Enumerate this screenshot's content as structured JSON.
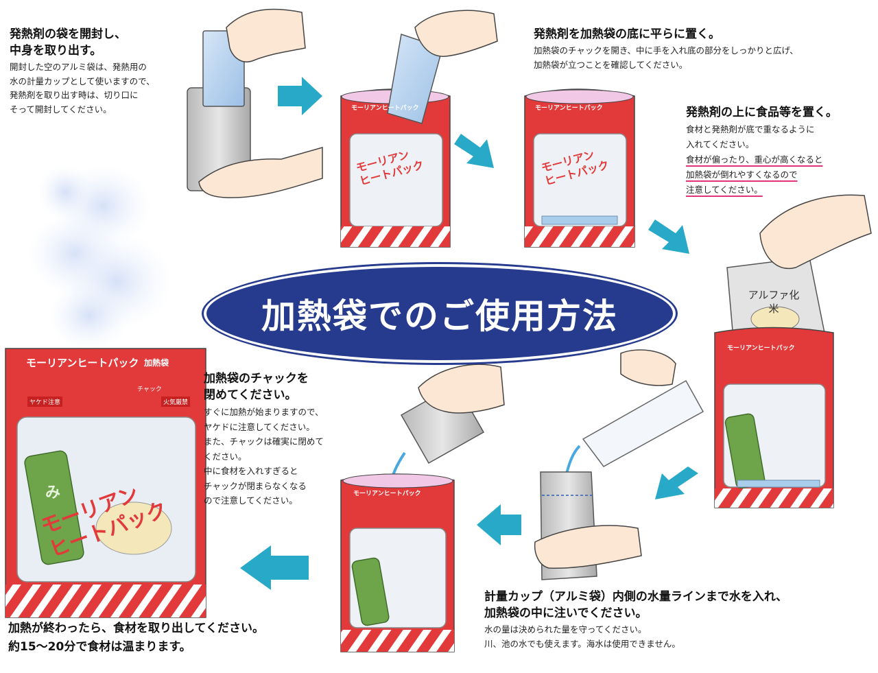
{
  "title": "加熱袋でのご使用方法",
  "colors": {
    "title_bg": "#263a8e",
    "arrow": "#29a9c8",
    "pouch_red": "#e23a3a",
    "underline": "#e0337a"
  },
  "steps": [
    {
      "heading_lines": [
        "発熱剤の袋を開封し、",
        "中身を取り出す。"
      ],
      "body_lines": [
        "開封した空のアルミ袋は、発熱用の",
        "水の計量カップとして使いますので、",
        "発熱剤を取り出す時は、切り口に",
        "そって開封してください。"
      ]
    },
    {
      "heading_lines": [
        "発熱剤を加熱袋の底に平らに置く。"
      ],
      "body_lines": [
        "加熱袋のチャックを開き、中に手を入れ底の部分をしっかりと広げ、",
        "加熱袋が立つことを確認してください。"
      ]
    },
    {
      "heading_lines": [
        "発熱剤の上に食品等を置く。"
      ],
      "body_lines": [
        "食材と発熱剤が底で重なるように",
        "入れてください。",
        "食材が偏ったり、重心が高くなると",
        "加熱袋が倒れやすくなるので",
        "注意してください。"
      ]
    },
    {
      "heading_lines": [
        "計量カップ（アルミ袋）内側の水量ラインまで水を入れ、",
        "加熱袋の中に注いでください。"
      ],
      "body_lines": [
        "水の量は決められた量を守ってください。",
        "川、池の水でも使えます。海水は使用できません。"
      ]
    },
    {
      "heading_lines": [
        "加熱袋のチャックを",
        "閉めてください。"
      ],
      "body_lines": [
        "すぐに加熱が始まりますので、",
        "ヤケドに注意してください。",
        "また、チャックは確実に閉めて",
        "ください。",
        "中に食材を入れすぎると",
        "チャックが閉まらなくなる",
        "ので注意してください。"
      ]
    },
    {
      "heading_lines": [
        "加熱が終わったら、食材を取り出してください。",
        "約15～20分で食材は温まります。"
      ],
      "body_lines": []
    }
  ],
  "pouch": {
    "brand": "モーリアンヒートパック",
    "type": "加熱袋",
    "logo_line1": "モーリアン",
    "logo_line2": "ヒートパック",
    "warn_left": "ヤケド注意",
    "warn_right": "火気厳禁",
    "zip": "チャック"
  },
  "rice_pack": {
    "line1": "アルファ化",
    "line2": "米"
  },
  "can_label": "み"
}
